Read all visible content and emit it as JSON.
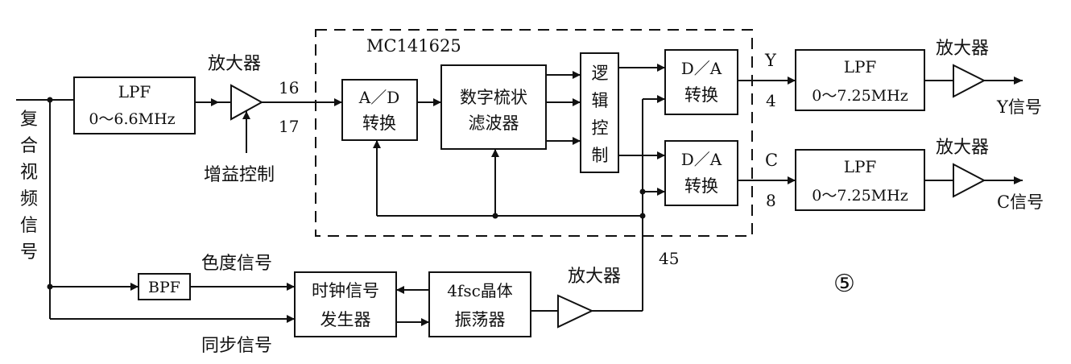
{
  "input_label": [
    "复",
    "合",
    "视",
    "频",
    "信",
    "号"
  ],
  "chip_label": "MC141625",
  "figure_number": "⑤",
  "blocks": {
    "lpf_in": [
      "LPF",
      "0～6.6MHz"
    ],
    "ad": [
      "A／D",
      "转换"
    ],
    "comb": [
      "数字梳状",
      "滤波器"
    ],
    "logic": [
      "逻",
      "辑",
      "控",
      "制"
    ],
    "da_y": [
      "D／A",
      "转换"
    ],
    "da_c": [
      "D／A",
      "转换"
    ],
    "lpf_y": [
      "LPF",
      "0～7.25MHz"
    ],
    "lpf_c": [
      "LPF",
      "0～7.25MHz"
    ],
    "bpf": [
      "BPF"
    ],
    "clock": [
      "时钟信号",
      "发生器"
    ],
    "osc": [
      "4fsc晶体",
      "振荡器"
    ]
  },
  "labels": {
    "amp_in": "放大器",
    "gain_control": "增益控制",
    "pin16": "16",
    "pin17": "17",
    "y_out_tag": "Y",
    "pin4": "4",
    "c_out_tag": "C",
    "pin8": "8",
    "amp_y": "放大器",
    "amp_c": "放大器",
    "y_signal": "Y信号",
    "c_signal": "C信号",
    "chroma_signal": "色度信号",
    "sync_signal": "同步信号",
    "amp_osc": "放大器",
    "pin45": "45"
  }
}
